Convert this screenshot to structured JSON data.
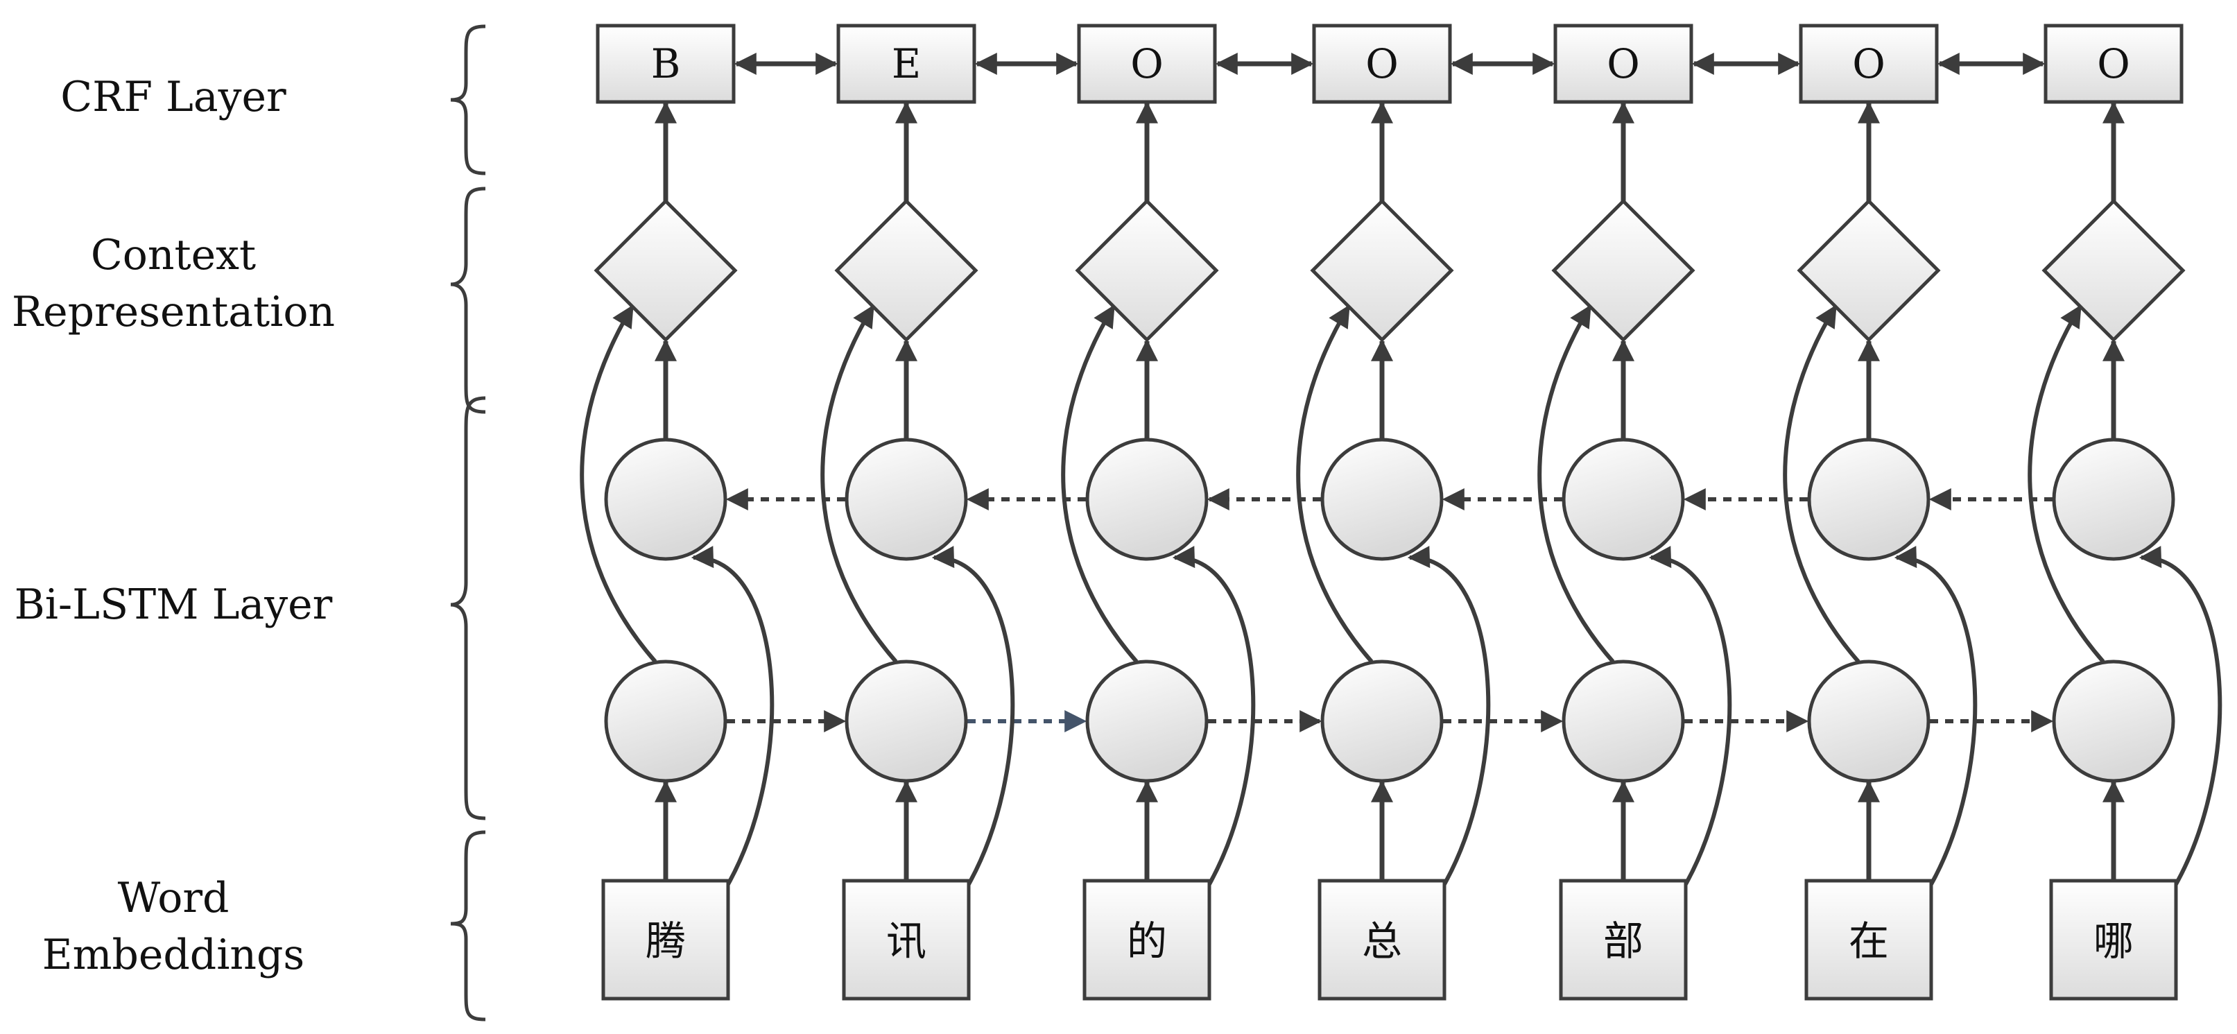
{
  "layers": {
    "crf": {
      "label": "CRF Layer"
    },
    "context": {
      "label_line1": "Context",
      "label_line2": "Representation"
    },
    "bilstm": {
      "label": "Bi-LSTM Layer"
    },
    "embeddings": {
      "label_line1": "Word",
      "label_line2": "Embeddings"
    }
  },
  "tags": [
    "B",
    "E",
    "O",
    "O",
    "O",
    "O",
    "O"
  ],
  "tokens": [
    "腾",
    "讯",
    "的",
    "总",
    "部",
    "在",
    "哪"
  ],
  "colors": {
    "stroke": "#3c3c3c",
    "fill_gradient_top": "#ffffff",
    "fill_gradient_bottom": "#dcdcdc",
    "highlight_arrow": "#44546a"
  }
}
